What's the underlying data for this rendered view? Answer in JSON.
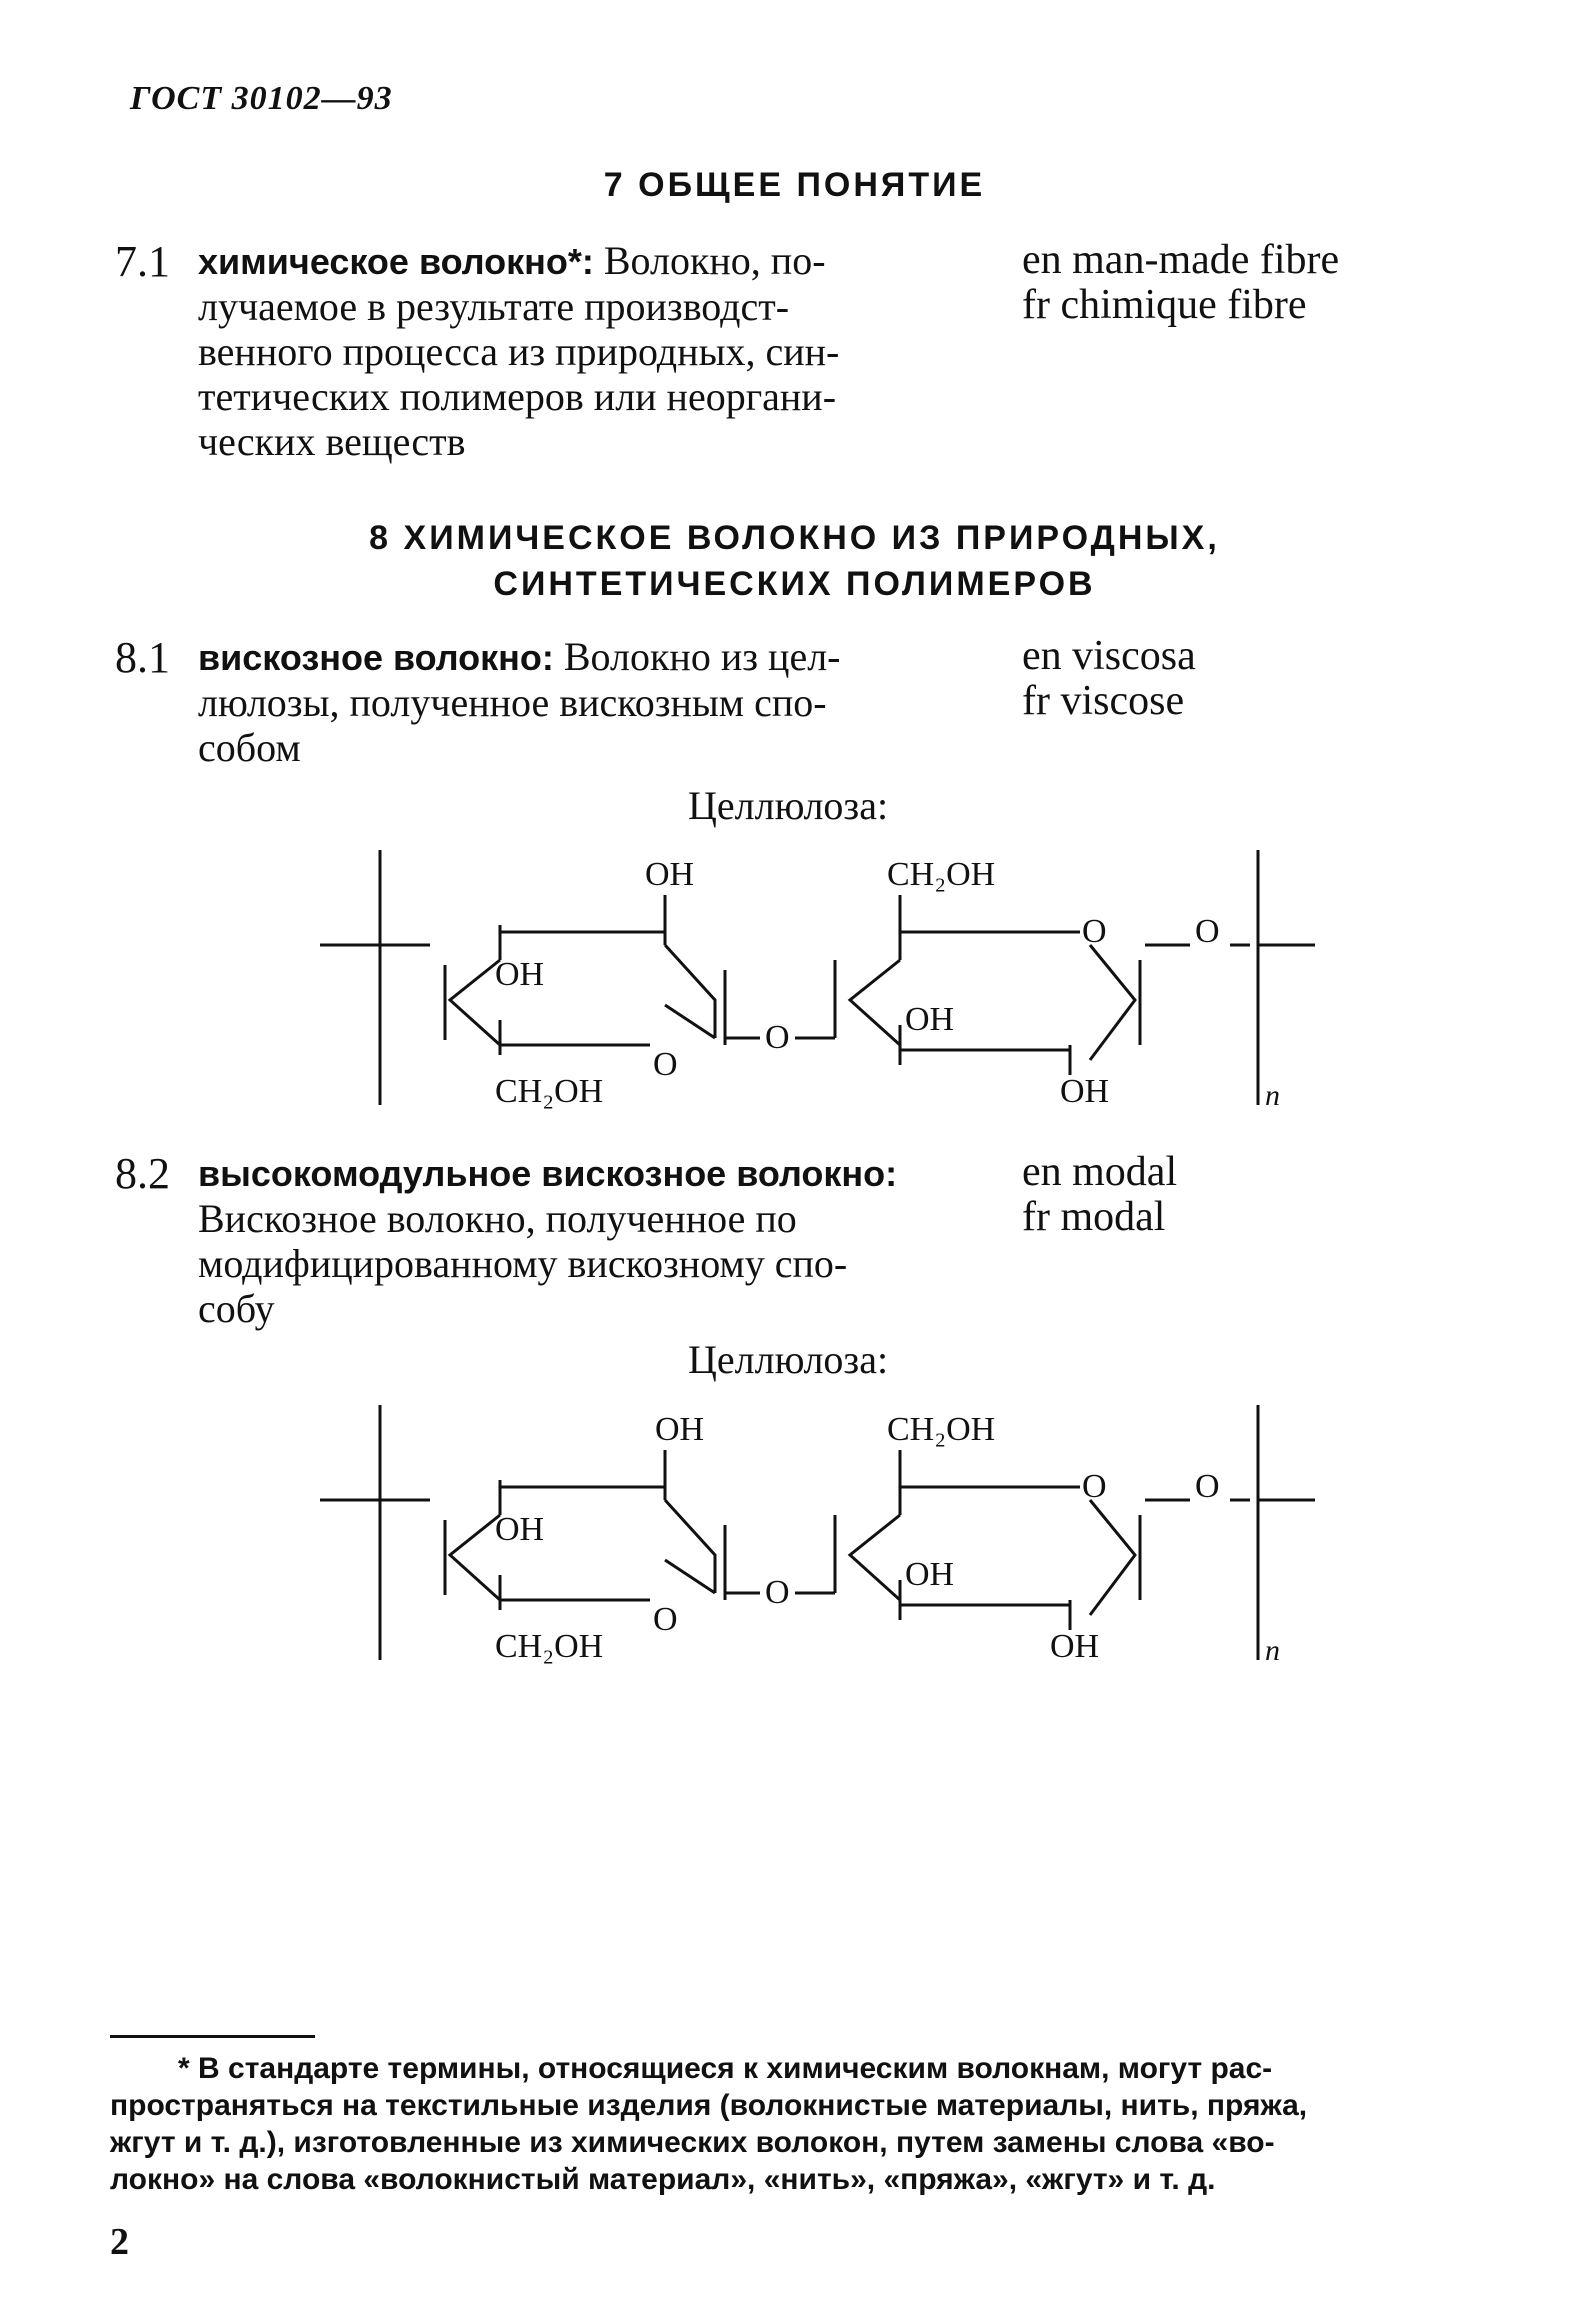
{
  "header": {
    "code": "ГОСТ 30102—93"
  },
  "section7": {
    "title": "7 ОБЩЕЕ ПОНЯТИЕ",
    "term": {
      "number": "7.1",
      "name": "химическое волокно*:",
      "lines": [
        "Волокно, по-",
        "лучаемое в результате производст-",
        "венного процесса из природных, син-",
        "тетических полимеров или неоргани-",
        "ческих веществ"
      ],
      "en": "en man-made fibre",
      "fr": "fr chimique fibre"
    }
  },
  "section8": {
    "title_line1": "8 ХИМИЧЕСКОЕ ВОЛОКНО ИЗ ПРИРОДНЫХ,",
    "title_line2": "СИНТЕТИЧЕСКИХ ПОЛИМЕРОВ",
    "term1": {
      "number": "8.1",
      "name": "вискозное волокно:",
      "lines": [
        "Волокно из цел-",
        "люлозы, полученное вискозным спо-",
        "собом"
      ],
      "en": "en viscosa",
      "fr": "fr viscose"
    },
    "term2": {
      "number": "8.2",
      "name": "высокомодульное вискозное волокно:",
      "lines": [
        "Вискозное волокно, полученное по",
        "модифицированному вискозному спо-",
        "собу"
      ],
      "en": "en modal",
      "fr": "fr modal"
    }
  },
  "formula1": {
    "caption": "Целлюлоза:",
    "labels": {
      "oh_top": "OH",
      "ch2oh_top": "CH₂OH",
      "oh_ring1": "OH",
      "o_ring1": "O",
      "ch2oh_bottom": "CH₂OH",
      "o_link": "O",
      "o_ring2": "O",
      "oh_ring2": "OH",
      "oh_bottom": "OH",
      "o_right": "O",
      "n": "n"
    }
  },
  "formula2": {
    "caption": "Целлюлоза:",
    "labels": {
      "oh_top": "OH",
      "ch2oh_top": "CH₂OH",
      "oh_ring1": "OH",
      "o_ring1": "O",
      "ch2oh_bottom": "CH₂OH",
      "o_link": "O",
      "o_ring2": "O",
      "oh_ring2": "OH",
      "oh_bottom": "OH",
      "o_right": "O",
      "n": "n"
    }
  },
  "footnote": {
    "lines": [
      "* В стандарте термины, относящиеся к химическим волокнам, могут рас-",
      "пространяться на текстильные изделия (волокнистые материалы, нить, пряжа,",
      "жгут и т. д.), изготовленные из химических волокон, путем замены слова «во-",
      "локно» на слова «волокнистый материал», «нить», «пряжа», «жгут» и т. д."
    ]
  },
  "page_number": "2"
}
